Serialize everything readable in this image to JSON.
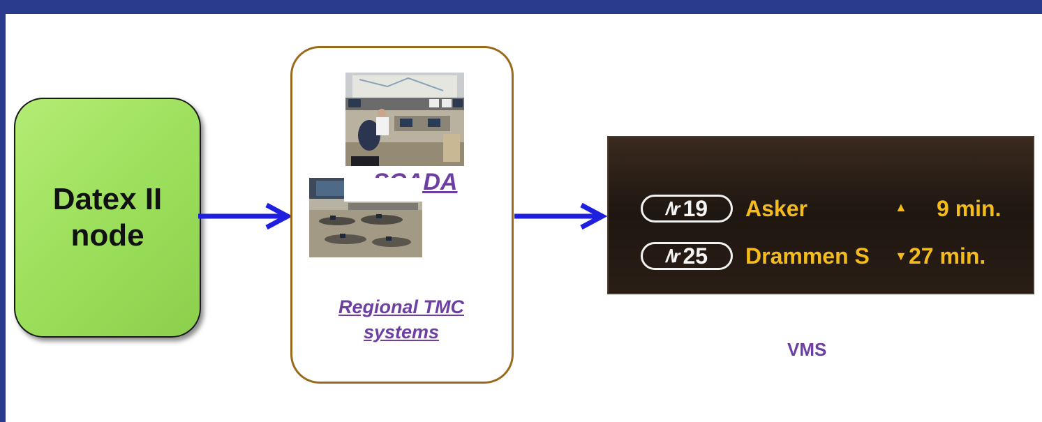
{
  "node": {
    "line1": "Datex II",
    "line2": "node"
  },
  "tmc": {
    "scada_link": "SCADA",
    "regional_line1": "Regional TMC",
    "regional_line2": "systems"
  },
  "vms": {
    "rows": [
      {
        "road": "19",
        "destination": "Asker",
        "trend": "up",
        "time": "9 min."
      },
      {
        "road": "25",
        "destination": "Drammen S",
        "trend": "down",
        "time": "27 min."
      }
    ],
    "caption": "VMS"
  },
  "colors": {
    "frame": "#2a3a8c",
    "node_fill": "#9ade5a",
    "arrow": "#1f1fe0",
    "tmc_border": "#9a6a1c",
    "link": "#6d3fa3",
    "vms_text": "#f3bb1c"
  }
}
